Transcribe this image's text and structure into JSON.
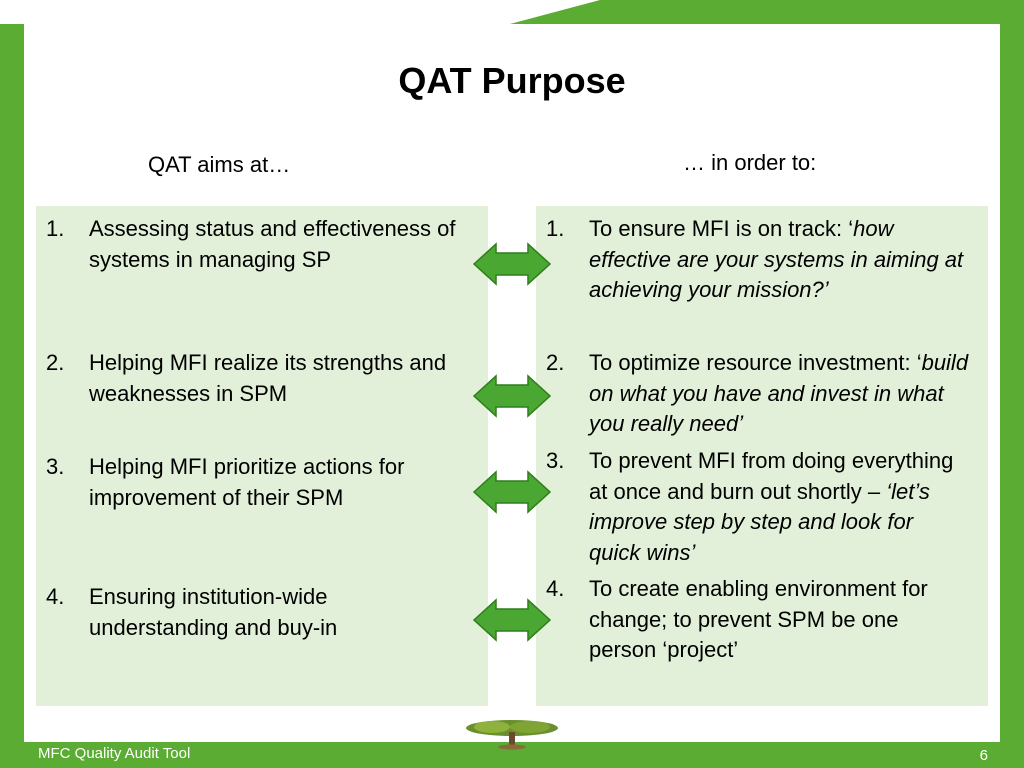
{
  "title": "QAT Purpose",
  "left_heading": "QAT aims at…",
  "right_heading": "… in order to:",
  "left_items": [
    {
      "num": "1.",
      "text": "Assessing status and effectiveness of systems in managing SP"
    },
    {
      "num": "2.",
      "text": "Helping MFI realize its strengths and weaknesses in SPM"
    },
    {
      "num": "3.",
      "text": "Helping MFI prioritize actions for improvement of their SPM"
    },
    {
      "num": "4.",
      "text": "Ensuring institution-wide understanding and buy-in"
    }
  ],
  "right_items": [
    {
      "num": "1.",
      "text": "To ensure MFI is on track: ‘",
      "em": "how effective are your systems in aiming at achieving your mission?’"
    },
    {
      "num": "2.",
      "text": "To optimize resource investment: ‘",
      "em": "build on what you have and invest in what you really need’"
    },
    {
      "num": "3.",
      "text": "To prevent MFI from doing everything at once and burn out shortly – ",
      "em": "‘let’s improve step by step and look for quick wins’"
    },
    {
      "num": "4.",
      "text": "To create enabling environment for change; to prevent SPM be one person ‘project’",
      "em": ""
    }
  ],
  "footer": {
    "left": "MFC Quality Audit Tool",
    "page": "6"
  },
  "colors": {
    "green": "#5aac32",
    "panel": "#e2f0d9",
    "arrow": "#4aa832"
  },
  "icons": {
    "arrow": "double-headed-arrow-icon",
    "logo": "tree-logo-icon"
  }
}
